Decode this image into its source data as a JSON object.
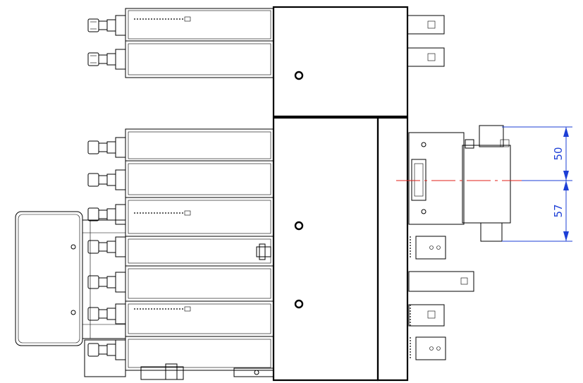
{
  "dimensions": [
    {
      "id": "upper",
      "label": "50",
      "color": "#1d3fd6"
    },
    {
      "id": "lower",
      "label": "57",
      "color": "#1d3fd6"
    }
  ],
  "colors": {
    "lines": "#000000",
    "dimension": "#1d3fd6",
    "centerline": "#e0201a"
  }
}
